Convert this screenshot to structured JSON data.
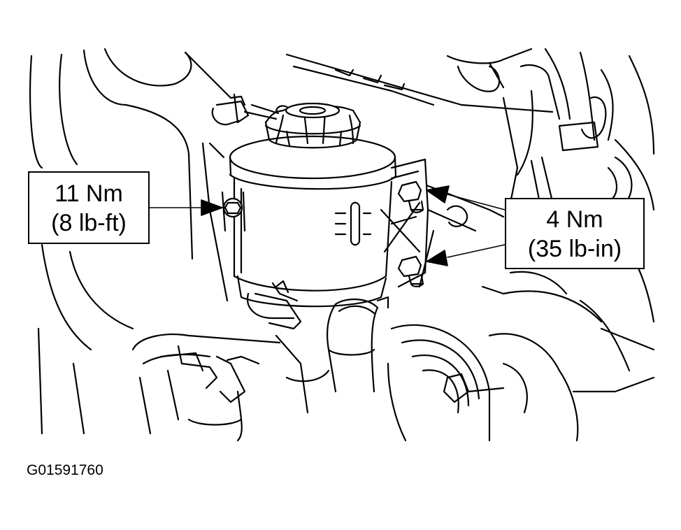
{
  "callouts": {
    "left": {
      "line1": "11 Nm",
      "line2": "(8 lb-ft)"
    },
    "right": {
      "line1": "4 Nm",
      "line2": "(35 lb-in)"
    }
  },
  "figure_id": "G01591760",
  "colors": {
    "ink": "#000000",
    "paper": "#ffffff"
  }
}
